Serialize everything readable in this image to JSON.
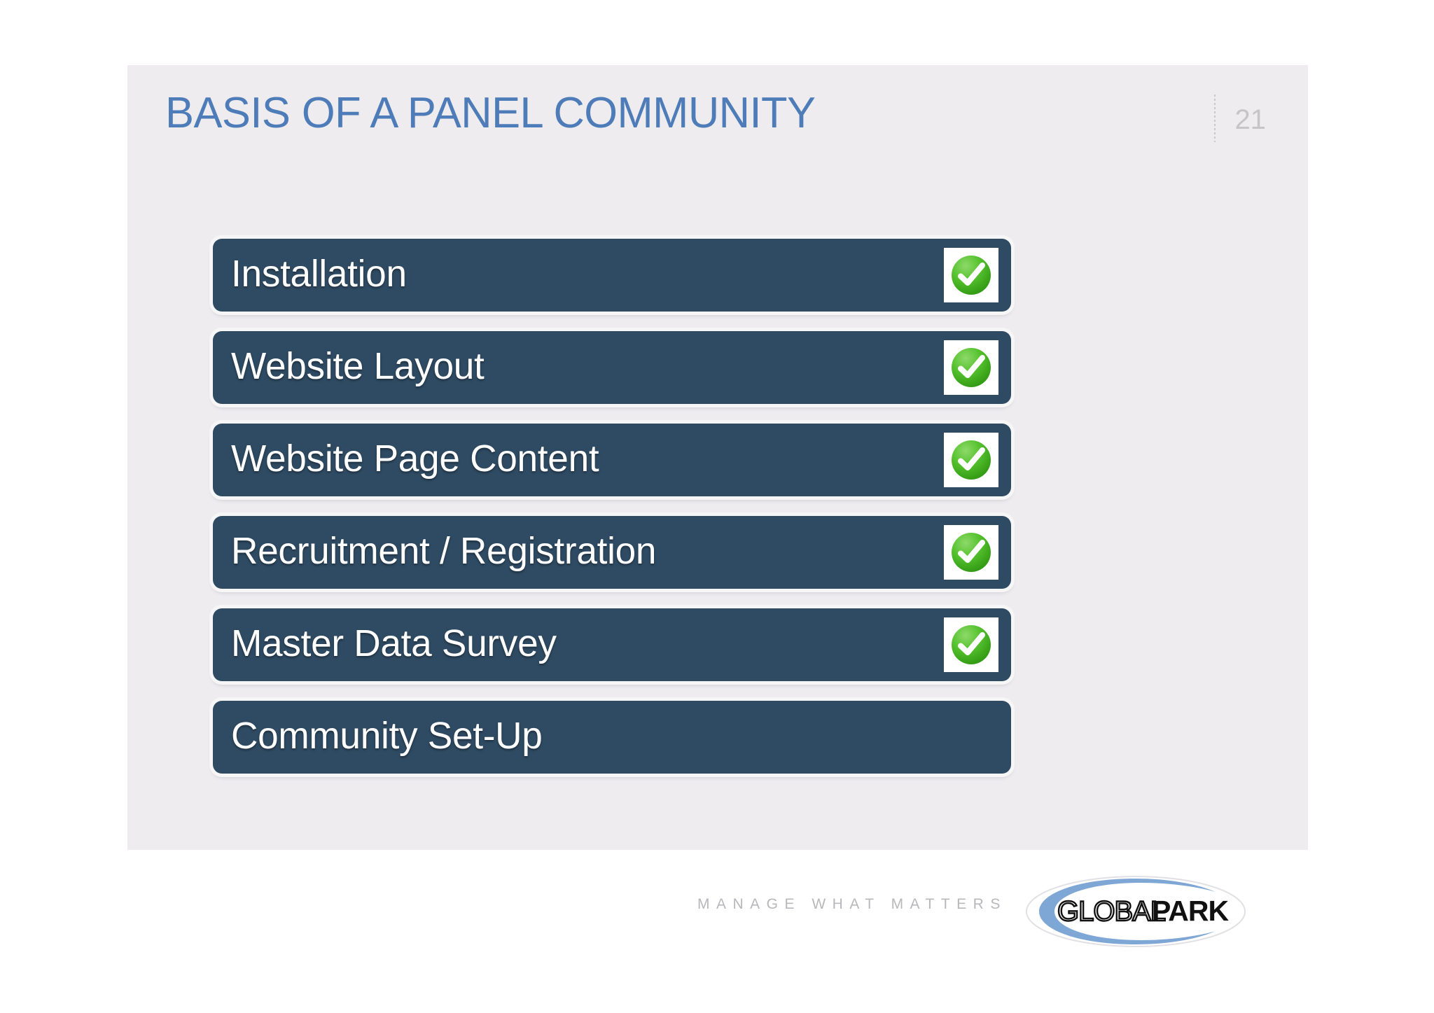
{
  "slide": {
    "title": "BASIS OF A PANEL COMMUNITY",
    "page_number": "21",
    "panel_color": "#eeecef",
    "title_color": "#4d7cb8"
  },
  "steps": {
    "bar_color": "#2f4b63",
    "check_color": "#3faf22",
    "items": [
      {
        "label": "Installation",
        "completed": true,
        "check_icon": "green-check-icon"
      },
      {
        "label": "Website Layout",
        "completed": true,
        "check_icon": "green-check-icon"
      },
      {
        "label": "Website Page Content",
        "completed": true,
        "check_icon": "green-check-icon"
      },
      {
        "label": "Recruitment / Registration",
        "completed": true,
        "check_icon": "green-check-icon"
      },
      {
        "label": "Master Data Survey",
        "completed": true,
        "check_icon": "green-check-icon"
      },
      {
        "label": "Community Set-Up",
        "completed": false,
        "check_icon": null
      }
    ]
  },
  "footer": {
    "tagline": "MANAGE WHAT MATTERS",
    "tagline_color": "#b9b7bc",
    "logo": {
      "name": "globalpark-logo",
      "text_light": "GLOBAL",
      "text_bold": "PARK",
      "swoosh_color": "#7fa7d6"
    }
  }
}
